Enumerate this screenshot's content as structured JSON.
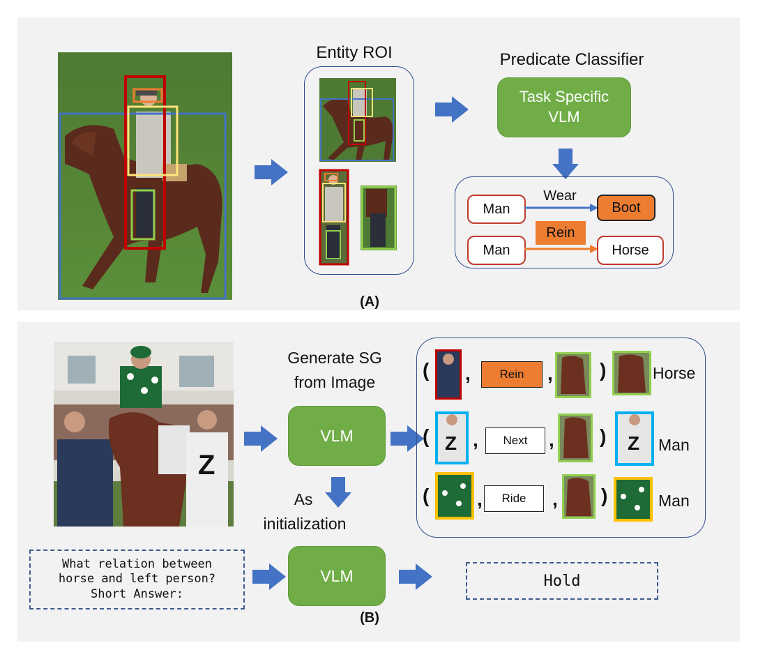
{
  "panel_a": {
    "caption": "(A)",
    "roi_title": "Entity ROI",
    "classifier_title": "Predicate Classifier",
    "vlm_label_line1": "Task Specific",
    "vlm_label_line2": "VLM",
    "relations": [
      {
        "subject": "Man",
        "predicate": "Wear",
        "object": "Boot"
      },
      {
        "subject": "Man",
        "predicate": "Rein",
        "object": "Horse"
      }
    ]
  },
  "panel_b": {
    "caption": "(B)",
    "generate_line1": "Generate SG",
    "generate_line2": "from Image",
    "vlm_top": "VLM",
    "as_line1": "As",
    "as_line2": "initialization",
    "vlm_bottom": "VLM",
    "question_line1": "What relation between",
    "question_line2": "horse and left person?",
    "question_line3": "Short Answer:",
    "answer": "Hold",
    "triplets": [
      {
        "predicate": "Rein",
        "result": "Horse"
      },
      {
        "predicate": "Next",
        "result": "Man"
      },
      {
        "predicate": "Ride",
        "result": "Man"
      }
    ]
  },
  "colors": {
    "panel_bg": "#f2f2f2",
    "vlm_green": "#70ad47",
    "arrow_blue": "#4472c4",
    "orange": "#ed7d31",
    "box_red": "#c00000",
    "box_blue": "#00b0f0",
    "box_yellow": "#ffc000",
    "box_green": "#92d050"
  }
}
